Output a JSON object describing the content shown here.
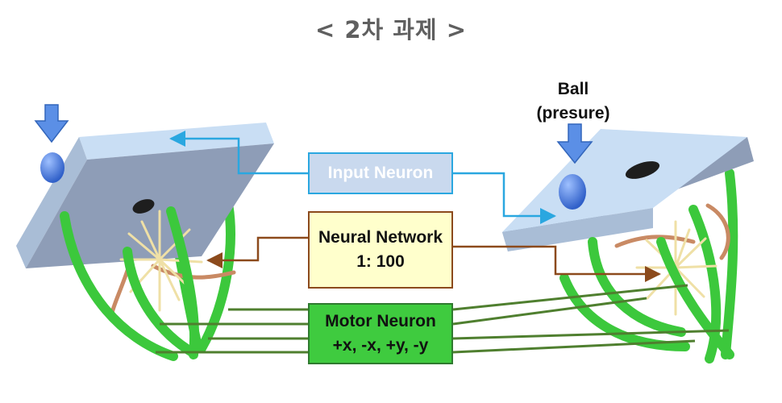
{
  "title": "< 2차 과제 >",
  "ball_label": {
    "line1": "Ball",
    "line2": "(presure)"
  },
  "input_neuron": {
    "label": "Input Neuron"
  },
  "neural_network": {
    "line1": "Neural Network",
    "line2": "1: 100"
  },
  "motor_neuron": {
    "line1": "Motor Neuron",
    "line2": "+x, -x, +y, -y"
  },
  "colors": {
    "input_arrow": "#2aa7e0",
    "network_arrow": "#8c4a1c",
    "motor_line": "#4f7f2f",
    "tendril": "#3cc83c",
    "plate_top": "#b9d4f0",
    "plate_side": "#8f9fb8",
    "ball": "#4f7fe0",
    "pressure_arrow": "#5b8fe6"
  }
}
